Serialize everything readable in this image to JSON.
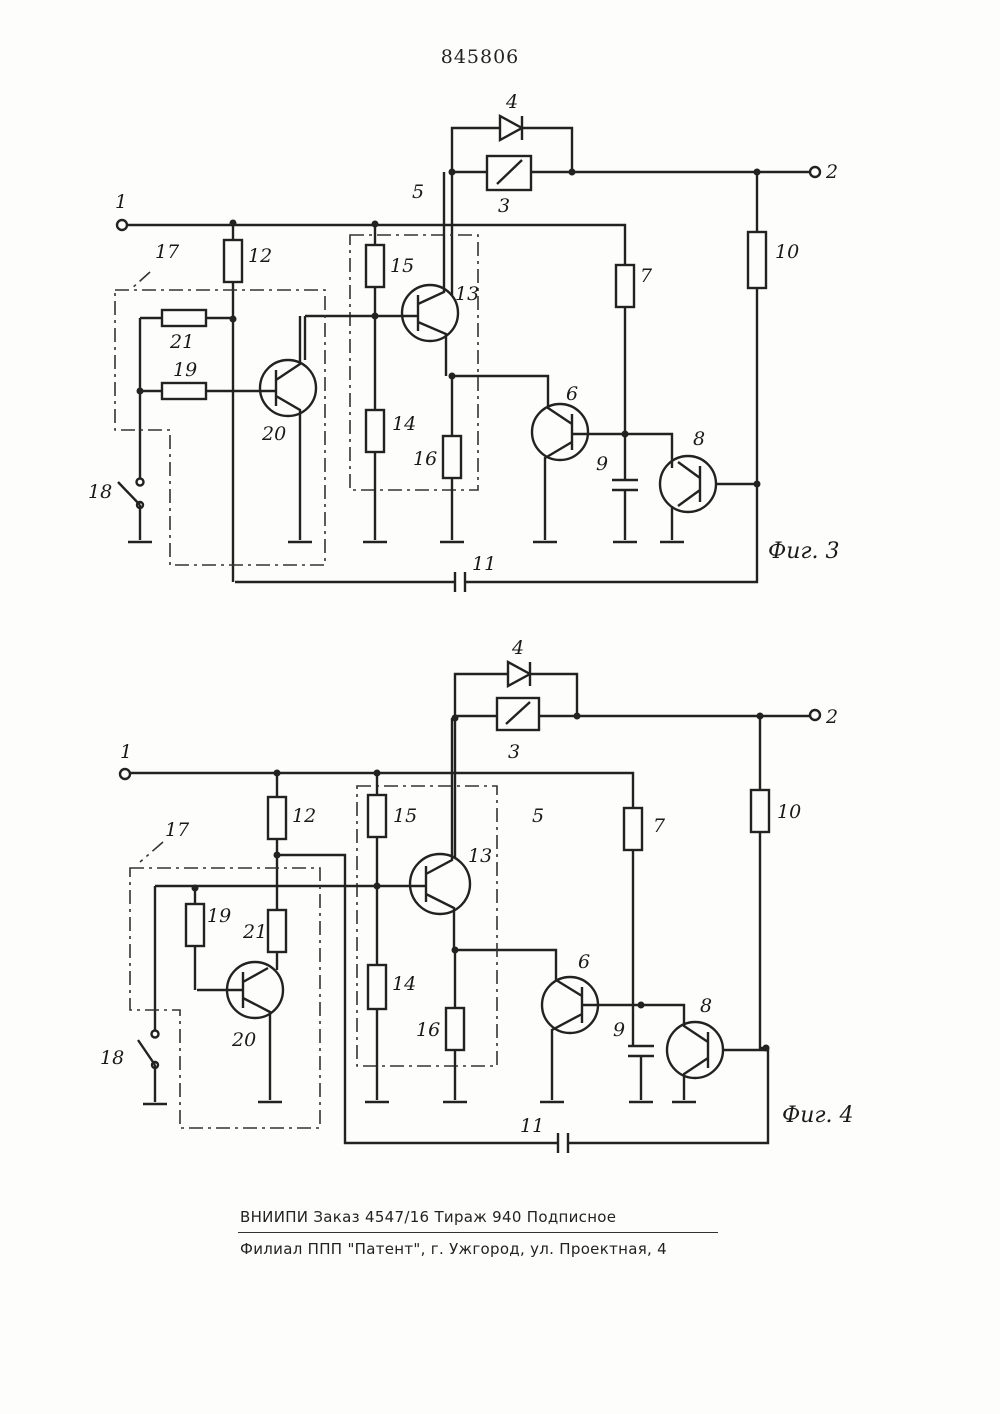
{
  "header": {
    "patent_number": "845806"
  },
  "figures": [
    {
      "caption": "Фиг. 3",
      "labels": {
        "l1": "1",
        "l2": "2",
        "l3": "3",
        "l4": "4",
        "l5": "5",
        "l6": "6",
        "l7": "7",
        "l8": "8",
        "l9": "9",
        "l10": "10",
        "l11": "11",
        "l12": "12",
        "l13": "13",
        "l14": "14",
        "l15": "15",
        "l16": "16",
        "l17": "17",
        "l18": "18",
        "l19": "19",
        "l20": "20",
        "l21": "21"
      }
    },
    {
      "caption": "Фиг. 4",
      "labels": {
        "l1": "1",
        "l2": "2",
        "l3": "3",
        "l4": "4",
        "l5": "5",
        "l6": "6",
        "l7": "7",
        "l8": "8",
        "l9": "9",
        "l10": "10",
        "l11": "11",
        "l12": "12",
        "l13": "13",
        "l14": "14",
        "l15": "15",
        "l16": "16",
        "l17": "17",
        "l18": "18",
        "l19": "19",
        "l20": "20",
        "l21": "21"
      }
    }
  ],
  "footer": {
    "line1": "ВНИИПИ  Заказ 4547/16  Тираж 940  Подписное",
    "line2": "Филиал ППП \"Патент\", г. Ужгород, ул. Проектная, 4"
  }
}
